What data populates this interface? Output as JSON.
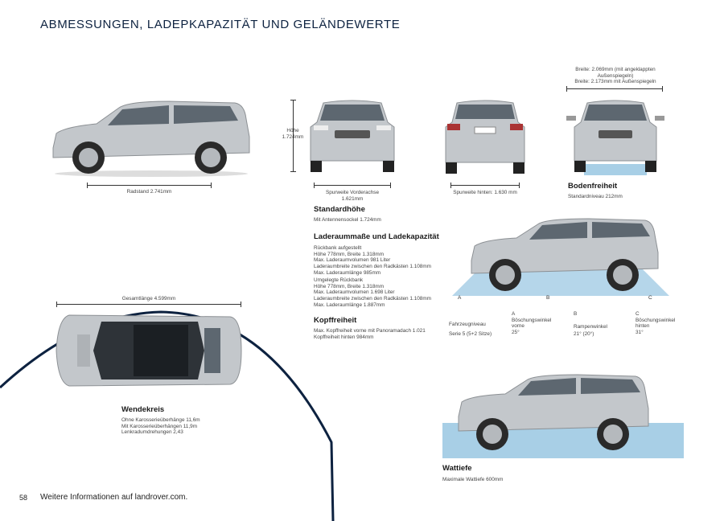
{
  "page": {
    "title": "ABMESSUNGEN, LADEPKAPAZITÄT UND GELÄNDEWERTE",
    "page_number": "58",
    "footer": "Weitere Informationen auf landrover.com."
  },
  "side_view": {
    "wheelbase": "Radstand 2.741mm"
  },
  "front_view": {
    "height_label": "Höhe",
    "height_value": "1.724mm",
    "track_front_label": "Spurweite Vorderachse",
    "track_front_value": "1.621mm"
  },
  "rear_view": {
    "track_rear": "Spurweite hinten: 1.630 mm"
  },
  "width_view": {
    "width_line1": "Breite: 2.069mm (mit angeklappten",
    "width_line2": "Außenspiegeln)",
    "width_line3": "Breite: 2.173mm mit Außenspiegeln"
  },
  "bodenfreiheit": {
    "heading": "Bodenfreiheit",
    "text": "Standardniveau 212mm"
  },
  "standardhoehe": {
    "heading": "Standardhöhe",
    "text": "Mit Antennensockel 1.724mm"
  },
  "laderaum": {
    "heading": "Laderaummaße und Ladekapazität",
    "lines1": [
      "Rückbank aufgestellt",
      "Höhe 778mm, Breite 1.318mm",
      "Max. Laderaumvolumen 981 Liter",
      "Laderaumbreite zwischen den Radkästen 1.108mm",
      "Max. Laderaumlänge 985mm"
    ],
    "lines2": [
      "Umgelegte Rückbank",
      "Höhe 778mm, Breite 1.318mm",
      "Max. Laderaumvolumen 1.698 Liter",
      "Laderaumbreite zwischen den Radkästen 1.108mm",
      "Max. Laderaumlänge 1.887mm"
    ]
  },
  "kopffreiheit": {
    "heading": "Kopffreiheit",
    "lines": [
      "Max. Kopffreiheit vorne mit Panoramadach 1.021",
      "Kopffreiheit hinten 984mm"
    ]
  },
  "angles": {
    "marker_a": "A",
    "marker_b": "B",
    "marker_c": "C",
    "col1_header": "Fahrzeugniveau",
    "col1_value": "Serie 5 (5+2 Sitze)",
    "col2_letter": "A",
    "col2_label1": "Böschungswinkel",
    "col2_label2": "vorne",
    "col2_value": "25°",
    "col3_letter": "B",
    "col3_label": "Rampenwinkel",
    "col3_value": "21° (20°)",
    "col4_letter": "C",
    "col4_label1": "Böschungswinkel",
    "col4_label2": "hinten",
    "col4_value": "31°"
  },
  "top_view": {
    "length": "Gesamtlänge 4.599mm"
  },
  "wendekreis": {
    "heading": "Wendekreis",
    "lines": [
      "Ohne Karosserieüberhänge 11,6m",
      "Mit Karosserieüberhängen 11,9m",
      "Lenkradumdrehungen 2,43"
    ]
  },
  "wattiefe": {
    "heading": "Wattiefe",
    "text": "Maximale Wattiefe 600mm"
  },
  "colors": {
    "accent": "#0d2240",
    "water": "#a8cfe6",
    "car_silver": "#bfc3c7"
  }
}
